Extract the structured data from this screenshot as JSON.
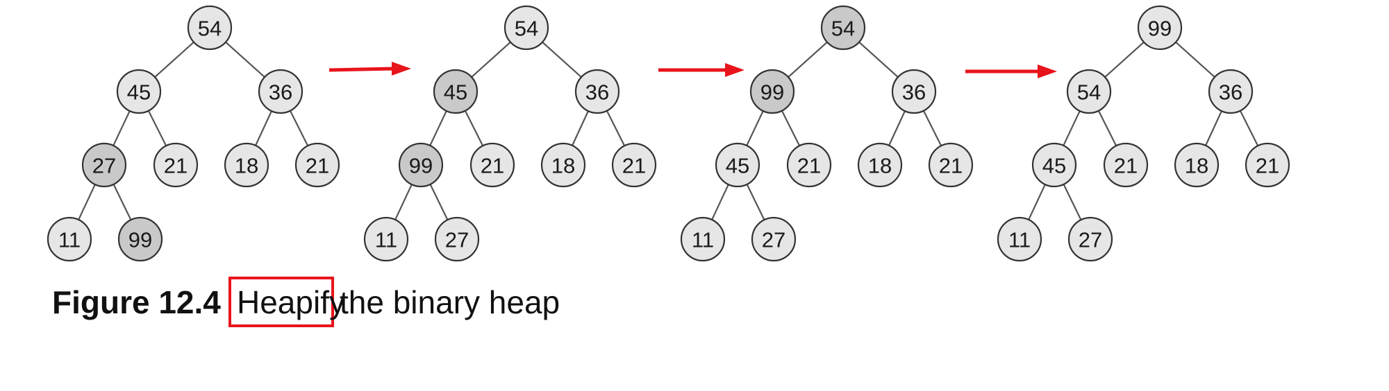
{
  "colors": {
    "node_fill": "#e6e6e6",
    "node_highlight_fill": "#c9c9c9",
    "arrow": "#e8141b",
    "highlight_box": "#e8141b"
  },
  "trees": [
    {
      "values": [
        "54",
        "45",
        "36",
        "27",
        "21",
        "18",
        "21",
        "11",
        "99"
      ],
      "highlighted": [
        3,
        8
      ]
    },
    {
      "values": [
        "54",
        "45",
        "36",
        "99",
        "21",
        "18",
        "21",
        "11",
        "27"
      ],
      "highlighted": [
        1,
        3
      ]
    },
    {
      "values": [
        "54",
        "99",
        "36",
        "45",
        "21",
        "18",
        "21",
        "11",
        "27"
      ],
      "highlighted": [
        0,
        1
      ]
    },
    {
      "values": [
        "99",
        "54",
        "36",
        "45",
        "21",
        "18",
        "21",
        "11",
        "27"
      ],
      "highlighted": []
    }
  ],
  "arrows": [
    "arrow-1",
    "arrow-2",
    "arrow-3"
  ],
  "caption": {
    "number": "Figure 12.4",
    "highlighted_word": "Heapify",
    "rest": "the binary heap"
  }
}
